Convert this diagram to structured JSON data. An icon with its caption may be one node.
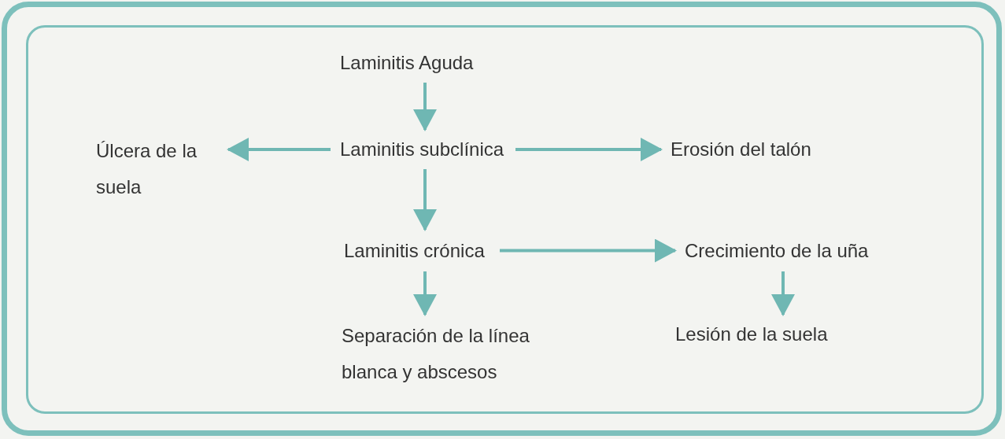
{
  "diagram": {
    "nodes": [
      {
        "text": [
          "Laminitis Aguda"
        ]
      },
      {
        "text": [
          "Laminitis subclínica"
        ]
      },
      {
        "text": [
          "Úlcera de la suela"
        ]
      },
      {
        "text": [
          "Erosión del talón"
        ]
      },
      {
        "text": [
          "Laminitis crónica"
        ]
      },
      {
        "text": [
          "Crecimiento de la uña"
        ]
      },
      {
        "text": [
          "Separación de la línea blanca y abscesos"
        ]
      },
      {
        "text": [
          "Lesión de la suela"
        ]
      }
    ],
    "edges": [
      {
        "from": 0,
        "to": 1,
        "arrow": "to"
      },
      {
        "from": 1,
        "to": 2,
        "arrow": "to"
      },
      {
        "from": 1,
        "to": 3,
        "arrow": "to"
      },
      {
        "from": 1,
        "to": 4,
        "arrow": "to"
      },
      {
        "from": 4,
        "to": 5,
        "arrow": "to"
      },
      {
        "from": 4,
        "to": 6,
        "arrow": "to"
      },
      {
        "from": 5,
        "to": 7,
        "arrow": "to"
      }
    ]
  }
}
